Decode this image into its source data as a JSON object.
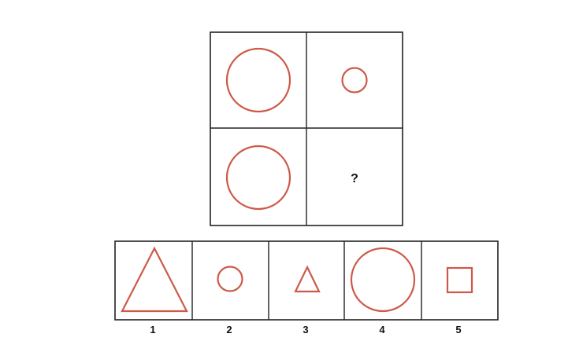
{
  "colors": {
    "shape_stroke": "#cc5a48",
    "frame_stroke": "#222222",
    "background": "#ffffff"
  },
  "puzzle": {
    "cells": [
      {
        "shape": "circle",
        "size": "large"
      },
      {
        "shape": "circle",
        "size": "small"
      },
      {
        "shape": "circle",
        "size": "large"
      },
      {
        "shape": "unknown",
        "text": "?"
      }
    ],
    "question_mark": "?"
  },
  "options": [
    {
      "label": "1",
      "shape": "triangle",
      "size": "large"
    },
    {
      "label": "2",
      "shape": "circle",
      "size": "small"
    },
    {
      "label": "3",
      "shape": "triangle",
      "size": "small"
    },
    {
      "label": "4",
      "shape": "circle",
      "size": "large"
    },
    {
      "label": "5",
      "shape": "square",
      "size": "small"
    }
  ]
}
